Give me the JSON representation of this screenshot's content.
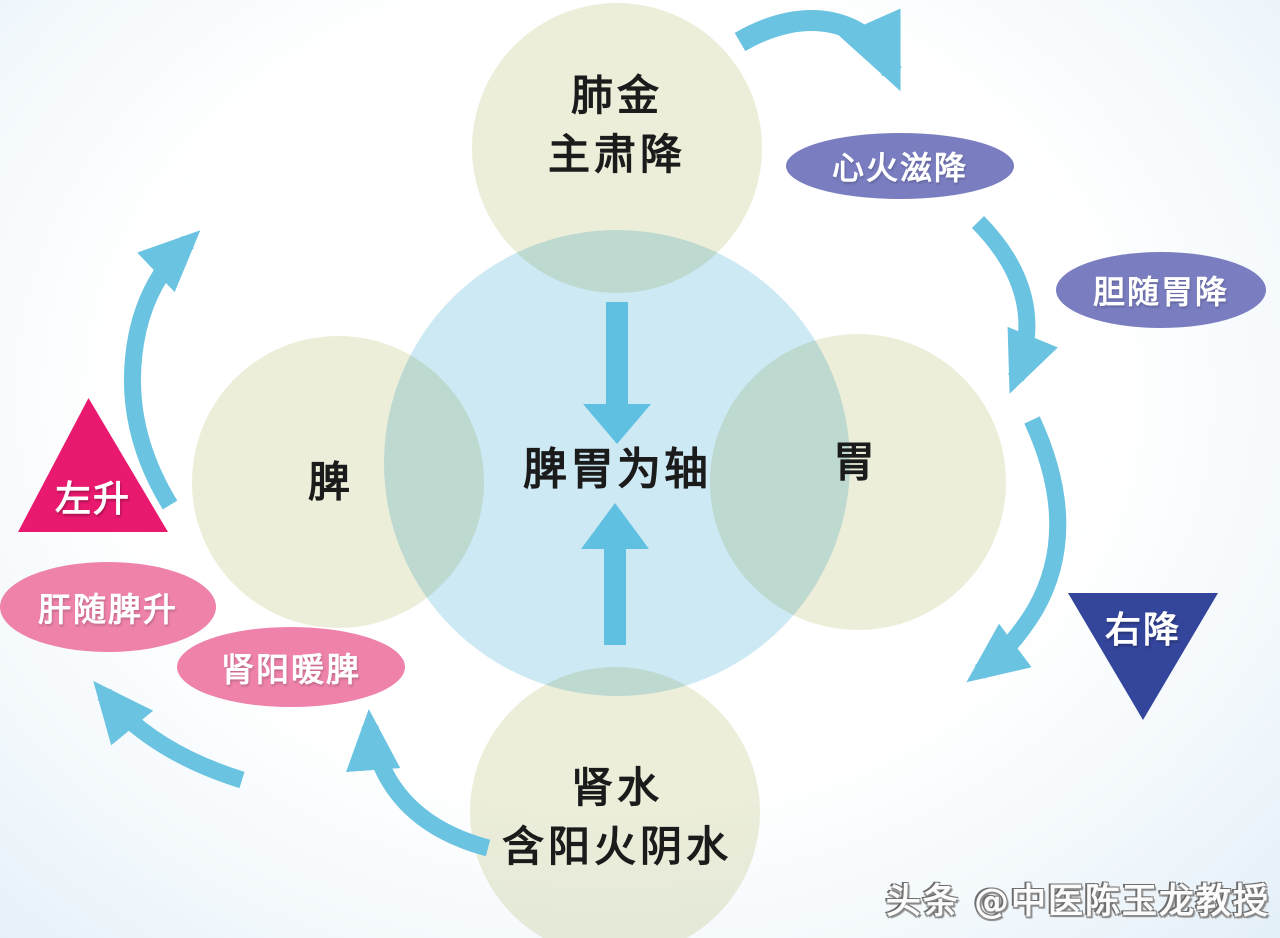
{
  "diagram": {
    "title_center": "脾胃为轴",
    "nodes": {
      "lung": {
        "line1": "肺金",
        "line2": "主肃降"
      },
      "spleen": {
        "label": "脾"
      },
      "stomach": {
        "label": "胃"
      },
      "kidney": {
        "line1": "肾水",
        "line2": "含阳火阴水"
      }
    },
    "badges": {
      "heart_fire": {
        "label": "心火滋降"
      },
      "gallbladder": {
        "label": "胆随胃降"
      },
      "liver": {
        "label": "肝随脾升"
      },
      "kidney_yang": {
        "label": "肾阳暖脾"
      }
    },
    "triangles": {
      "left_ascend": {
        "label": "左升"
      },
      "right_descend": {
        "label": "右降"
      }
    },
    "watermark": "头条 @中医陈玉龙教授",
    "colors": {
      "node_fill": "#edeeda",
      "axis_fill": "#cde9f4",
      "arrow_blue": "#69c3e1",
      "badge_purple": "#7a7ec1",
      "badge_pink": "#ee82ab",
      "triangle_magenta": "#e8196e",
      "triangle_navy": "#34459c"
    }
  }
}
